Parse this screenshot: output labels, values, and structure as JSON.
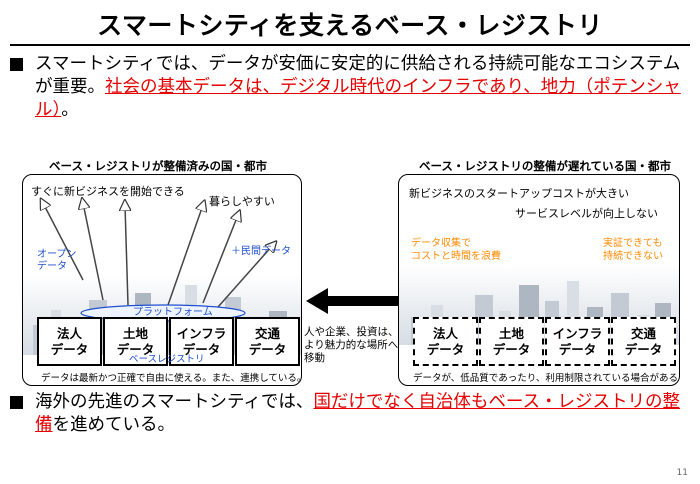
{
  "title": "スマートシティを支えるベース・レジストリ",
  "bullet1": {
    "plain": "スマートシティでは、データが安価に安定的に供給される持続可能なエコシステムが重要。",
    "red": "社会の基本データは、デジタル時代のインフラであり、地力（ポテンシャル）",
    "end": "。"
  },
  "left_panel": {
    "heading": "ベース・レジストリが整備済みの国・都市",
    "label_new_business": "すぐに新ビジネスを開始できる",
    "label_livable": "暮らしやすい",
    "label_open_data": "オープン\nデータ",
    "label_private_data": "＋民間データ",
    "label_platform": "プラットフォーム",
    "label_base_registry": "ベースレジストリ",
    "boxes": [
      "法人\nデータ",
      "土地\nデータ",
      "インフラ\nデータ",
      "交通\nデータ"
    ],
    "caption": "データは最新かつ正確で自由に使える。また、連携している。"
  },
  "middle_text": "人や企業、投資は、より魅力的な場所へ移動",
  "right_panel": {
    "heading": "ベース・レジストリの整備が遅れている国・都市",
    "label_startup_cost": "新ビジネスのスタートアップコストが大きい",
    "label_service": "サービスレベルが向上しない",
    "label_cost_time": "データ収集で\nコストと時間を浪費",
    "label_not_sustain": "実証できても\n持続できない",
    "boxes": [
      "法人\nデータ",
      "土地\nデータ",
      "インフラ\nデータ",
      "交通\nデータ"
    ],
    "caption": "データが、低品質であったり、利用制限されている場合がある。"
  },
  "bullet2": {
    "plain1": "海外の先進のスマートシティでは、",
    "red1": "国だけでなく自治体も",
    "red2": "ベース・レジストリの整備",
    "plain2": "を進めている。"
  },
  "page_number": "11",
  "colors": {
    "red": "#e60000",
    "blue": "#1f4fd0",
    "orange": "#ff8a00"
  }
}
